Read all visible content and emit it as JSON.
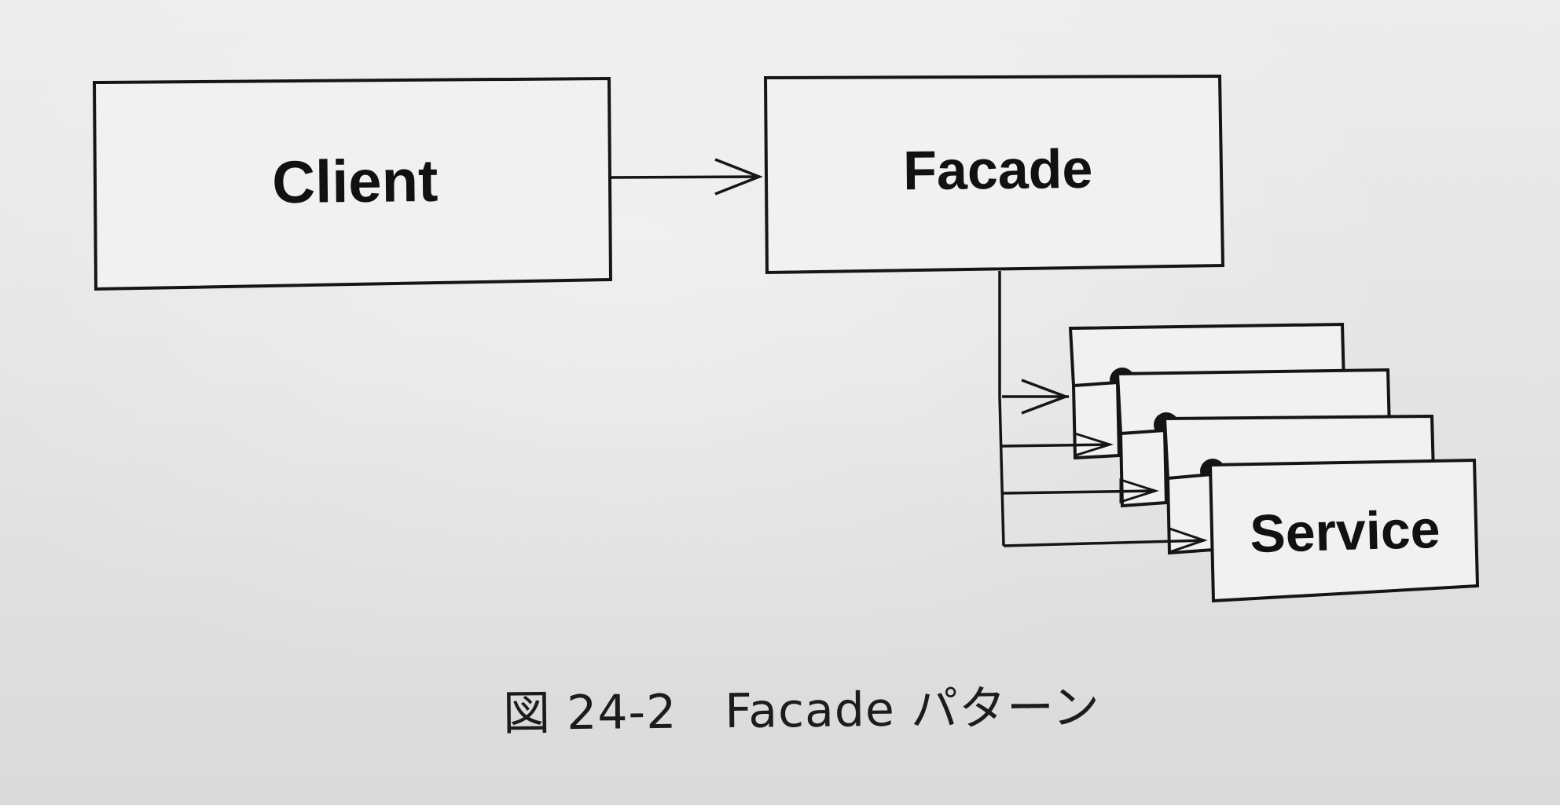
{
  "figure": {
    "caption": "図 24-2　Facade パターン"
  },
  "nodes": {
    "client": "Client",
    "facade": "Facade",
    "service": "Service"
  },
  "service_stack_count": 4
}
